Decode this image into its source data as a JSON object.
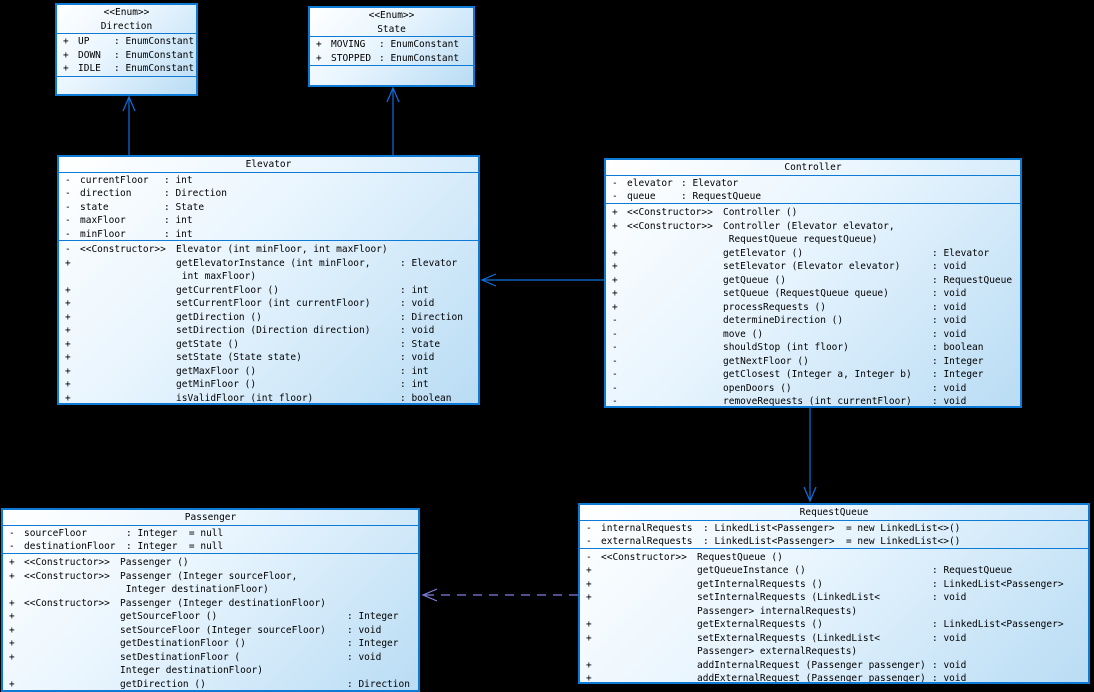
{
  "diagram_title": "Elevator System UML Class Diagram",
  "colors": {
    "background": "#000000",
    "box_border": "#0d7ad6",
    "box_fill_light": "#ffffff",
    "box_fill_dark": "#b9dcf4",
    "arrow_solid": "#0f6fe0",
    "arrow_dashed": "#8080e0",
    "text": "#000000"
  },
  "classes": [
    {
      "id": "direction",
      "kind": "enum",
      "stereotype": "<<Enum>>",
      "name": "Direction",
      "attributes": [
        {
          "sign": "+",
          "name": "UP",
          "type": ": EnumConstant"
        },
        {
          "sign": "+",
          "name": "DOWN",
          "type": ": EnumConstant"
        },
        {
          "sign": "+",
          "name": "IDLE",
          "type": ": EnumConstant"
        }
      ],
      "methods": []
    },
    {
      "id": "state",
      "kind": "enum",
      "stereotype": "<<Enum>>",
      "name": "State",
      "attributes": [
        {
          "sign": "+",
          "name": "MOVING",
          "type": ": EnumConstant"
        },
        {
          "sign": "+",
          "name": "STOPPED",
          "type": ": EnumConstant"
        }
      ],
      "methods": []
    },
    {
      "id": "elevator",
      "kind": "class",
      "stereotype": "",
      "name": "Elevator",
      "attributes": [
        {
          "sign": "-",
          "name": "currentFloor",
          "type": ": int"
        },
        {
          "sign": "-",
          "name": "direction",
          "type": ": Direction"
        },
        {
          "sign": "-",
          "name": "state",
          "type": ": State"
        },
        {
          "sign": "-",
          "name": "maxFloor",
          "type": ": int"
        },
        {
          "sign": "-",
          "name": "minFloor",
          "type": ": int"
        }
      ],
      "methods": [
        {
          "sign": "-",
          "stereo": "<<Constructor>>",
          "lines": [
            "Elevator (int minFloor, int maxFloor)"
          ],
          "ret": ""
        },
        {
          "sign": "+",
          "stereo": "",
          "lines": [
            "getElevatorInstance (int minFloor,",
            " int maxFloor)"
          ],
          "ret": ": Elevator"
        },
        {
          "sign": "+",
          "stereo": "",
          "lines": [
            "getCurrentFloor ()"
          ],
          "ret": ": int"
        },
        {
          "sign": "+",
          "stereo": "",
          "lines": [
            "setCurrentFloor (int currentFloor)"
          ],
          "ret": ": void"
        },
        {
          "sign": "+",
          "stereo": "",
          "lines": [
            "getDirection ()"
          ],
          "ret": ": Direction"
        },
        {
          "sign": "+",
          "stereo": "",
          "lines": [
            "setDirection (Direction direction)"
          ],
          "ret": ": void"
        },
        {
          "sign": "+",
          "stereo": "",
          "lines": [
            "getState ()"
          ],
          "ret": ": State"
        },
        {
          "sign": "+",
          "stereo": "",
          "lines": [
            "setState (State state)"
          ],
          "ret": ": void"
        },
        {
          "sign": "+",
          "stereo": "",
          "lines": [
            "getMaxFloor ()"
          ],
          "ret": ": int"
        },
        {
          "sign": "+",
          "stereo": "",
          "lines": [
            "getMinFloor ()"
          ],
          "ret": ": int"
        },
        {
          "sign": "+",
          "stereo": "",
          "lines": [
            "isValidFloor (int floor)"
          ],
          "ret": ": boolean"
        }
      ]
    },
    {
      "id": "controller",
      "kind": "class",
      "stereotype": "",
      "name": "Controller",
      "attributes": [
        {
          "sign": "-",
          "name": "elevator",
          "type": ": Elevator"
        },
        {
          "sign": "-",
          "name": "queue",
          "type": ": RequestQueue"
        }
      ],
      "methods": [
        {
          "sign": "+",
          "stereo": "<<Constructor>>",
          "lines": [
            "Controller ()"
          ],
          "ret": ""
        },
        {
          "sign": "+",
          "stereo": "<<Constructor>>",
          "lines": [
            "Controller (Elevator elevator,",
            " RequestQueue requestQueue)"
          ],
          "ret": ""
        },
        {
          "sign": "+",
          "stereo": "",
          "lines": [
            "getElevator ()"
          ],
          "ret": ": Elevator"
        },
        {
          "sign": "+",
          "stereo": "",
          "lines": [
            "setElevator (Elevator elevator)"
          ],
          "ret": ": void"
        },
        {
          "sign": "+",
          "stereo": "",
          "lines": [
            "getQueue ()"
          ],
          "ret": ": RequestQueue"
        },
        {
          "sign": "+",
          "stereo": "",
          "lines": [
            "setQueue (RequestQueue queue)"
          ],
          "ret": ": void"
        },
        {
          "sign": "+",
          "stereo": "",
          "lines": [
            "processRequests ()"
          ],
          "ret": ": void"
        },
        {
          "sign": "-",
          "stereo": "",
          "lines": [
            "determineDirection ()"
          ],
          "ret": ": void"
        },
        {
          "sign": "-",
          "stereo": "",
          "lines": [
            "move ()"
          ],
          "ret": ": void"
        },
        {
          "sign": "-",
          "stereo": "",
          "lines": [
            "shouldStop (int floor)"
          ],
          "ret": ": boolean"
        },
        {
          "sign": "-",
          "stereo": "",
          "lines": [
            "getNextFloor ()"
          ],
          "ret": ": Integer"
        },
        {
          "sign": "-",
          "stereo": "",
          "lines": [
            "getClosest (Integer a, Integer b)"
          ],
          "ret": ": Integer"
        },
        {
          "sign": "-",
          "stereo": "",
          "lines": [
            "openDoors ()"
          ],
          "ret": ": void"
        },
        {
          "sign": "-",
          "stereo": "",
          "lines": [
            "removeRequests (int currentFloor)"
          ],
          "ret": ": void"
        }
      ]
    },
    {
      "id": "passenger",
      "kind": "class",
      "stereotype": "",
      "name": "Passenger",
      "attributes": [
        {
          "sign": "-",
          "name": "sourceFloor",
          "type": ": Integer  = null"
        },
        {
          "sign": "-",
          "name": "destinationFloor",
          "type": ": Integer  = null"
        }
      ],
      "methods": [
        {
          "sign": "+",
          "stereo": "<<Constructor>>",
          "lines": [
            "Passenger ()"
          ],
          "ret": ""
        },
        {
          "sign": "+",
          "stereo": "<<Constructor>>",
          "lines": [
            "Passenger (Integer sourceFloor,",
            " Integer destinationFloor)"
          ],
          "ret": ""
        },
        {
          "sign": "+",
          "stereo": "<<Constructor>>",
          "lines": [
            "Passenger (Integer destinationFloor)"
          ],
          "ret": ""
        },
        {
          "sign": "+",
          "stereo": "",
          "lines": [
            "getSourceFloor ()"
          ],
          "ret": ": Integer"
        },
        {
          "sign": "+",
          "stereo": "",
          "lines": [
            "setSourceFloor (Integer sourceFloor)"
          ],
          "ret": ": void"
        },
        {
          "sign": "+",
          "stereo": "",
          "lines": [
            "getDestinationFloor ()"
          ],
          "ret": ": Integer"
        },
        {
          "sign": "+",
          "stereo": "",
          "lines": [
            "setDestinationFloor (",
            "Integer destinationFloor)"
          ],
          "ret": ": void"
        },
        {
          "sign": "+",
          "stereo": "",
          "lines": [
            "getDirection ()"
          ],
          "ret": ": Direction"
        }
      ]
    },
    {
      "id": "requestqueue",
      "kind": "class",
      "stereotype": "",
      "name": "RequestQueue",
      "attributes": [
        {
          "sign": "-",
          "name": "internalRequests",
          "type": ": LinkedList<Passenger>  = new LinkedList<>()"
        },
        {
          "sign": "-",
          "name": "externalRequests",
          "type": ": LinkedList<Passenger>  = new LinkedList<>()"
        }
      ],
      "methods": [
        {
          "sign": "-",
          "stereo": "<<Constructor>>",
          "lines": [
            "RequestQueue ()"
          ],
          "ret": ""
        },
        {
          "sign": "+",
          "stereo": "",
          "lines": [
            "getQueueInstance ()"
          ],
          "ret": ": RequestQueue"
        },
        {
          "sign": "+",
          "stereo": "",
          "lines": [
            "getInternalRequests ()"
          ],
          "ret": ": LinkedList<Passenger>"
        },
        {
          "sign": "+",
          "stereo": "",
          "lines": [
            "setInternalRequests (LinkedList<",
            "Passenger> internalRequests)"
          ],
          "ret": ": void"
        },
        {
          "sign": "+",
          "stereo": "",
          "lines": [
            "getExternalRequests ()"
          ],
          "ret": ": LinkedList<Passenger>"
        },
        {
          "sign": "+",
          "stereo": "",
          "lines": [
            "setExternalRequests (LinkedList<",
            "Passenger> externalRequests)"
          ],
          "ret": ": void"
        },
        {
          "sign": "+",
          "stereo": "",
          "lines": [
            "addInternalRequest (Passenger passenger)"
          ],
          "ret": ": void"
        },
        {
          "sign": "+",
          "stereo": "",
          "lines": [
            "addExternalRequest (Passenger passenger)"
          ],
          "ret": ": void"
        }
      ]
    }
  ],
  "relationships": [
    {
      "id": "elevator-to-direction",
      "from": "Elevator",
      "to": "Direction",
      "line": "solid",
      "head": "open"
    },
    {
      "id": "elevator-to-state",
      "from": "Elevator",
      "to": "State",
      "line": "solid",
      "head": "open"
    },
    {
      "id": "controller-to-elevator",
      "from": "Controller",
      "to": "Elevator",
      "line": "solid",
      "head": "open"
    },
    {
      "id": "controller-to-requestqueue",
      "from": "Controller",
      "to": "RequestQueue",
      "line": "solid",
      "head": "open"
    },
    {
      "id": "requestqueue-to-passenger",
      "from": "RequestQueue",
      "to": "Passenger",
      "line": "dashed",
      "head": "open"
    }
  ]
}
